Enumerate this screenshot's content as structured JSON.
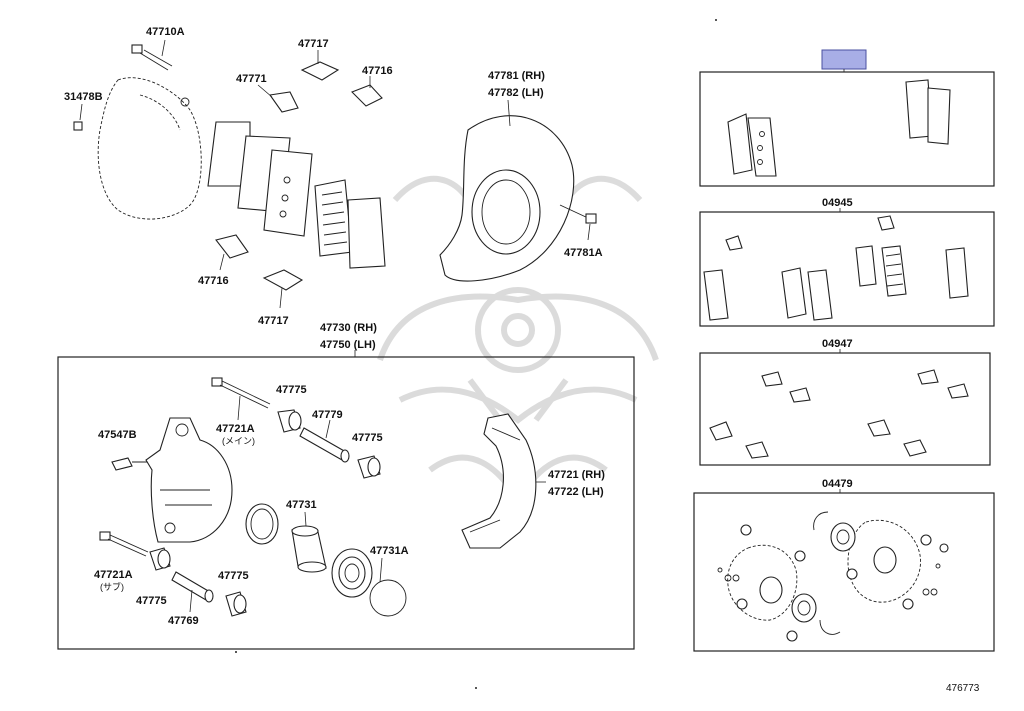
{
  "labels": {
    "p47710A": "47710A",
    "p31478B": "31478B",
    "p47771": "47771",
    "p47717_top": "47717",
    "p47716_top": "47716",
    "p47781_rh": "47781 (RH)",
    "p47782_lh": "47782 (LH)",
    "p47781A": "47781A",
    "p47716_bot": "47716",
    "p47717_bot": "47717",
    "p47730_rh": "47730 (RH)",
    "p47750_lh": "47750 (LH)",
    "p47775_a": "47775",
    "p47779": "47779",
    "p47775_b": "47775",
    "p47721A_main": "47721A",
    "main_jp": "(メイン)",
    "p47547B": "47547B",
    "p47721_rh": "47721 (RH)",
    "p47722_lh": "47722 (LH)",
    "p47731": "47731",
    "p47731A": "47731A",
    "p47721A_sub": "47721A",
    "sub_jp": "(サブ)",
    "p47775_c": "47775",
    "p47775_d": "47775",
    "p47769": "47769",
    "kit_04945": "04945",
    "kit_04947": "04947",
    "kit_04479": "04479",
    "diagram_no": "476773"
  },
  "colors": {
    "line": "#222222",
    "highlight_fill": "#a8aee6",
    "highlight_stroke": "#4a50a0",
    "watermark": "#d8d8d8"
  }
}
